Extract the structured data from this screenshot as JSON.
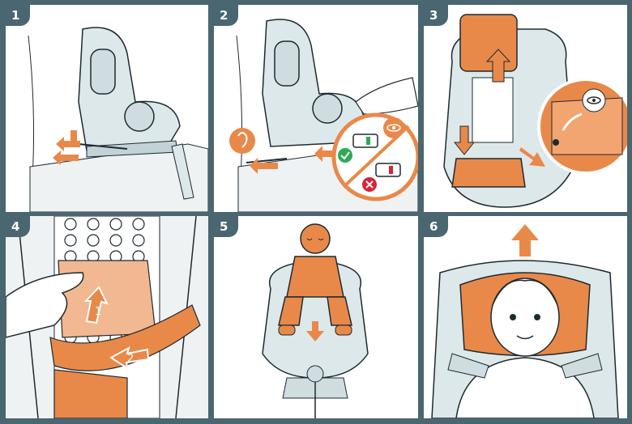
{
  "steps": [
    {
      "number": "1"
    },
    {
      "number": "2"
    },
    {
      "number": "3"
    },
    {
      "number": "4"
    },
    {
      "number": "5"
    },
    {
      "number": "6"
    }
  ],
  "step4_arrows": {
    "first": "1",
    "second": "2"
  },
  "colors": {
    "accent": "#e8894a",
    "frame": "#4a6670",
    "seat": "#dde8ea",
    "line": "#1e2a30",
    "ok": "#2eaa55",
    "bad": "#d6243a"
  }
}
